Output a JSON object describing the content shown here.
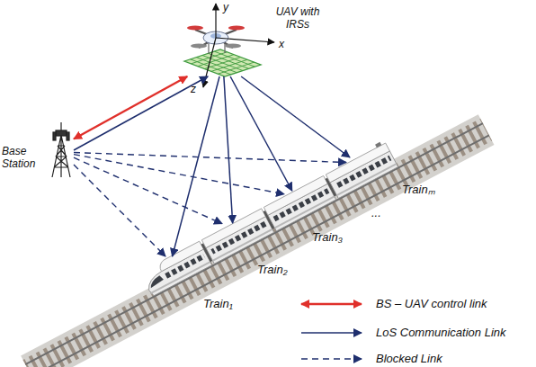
{
  "diagram": {
    "nodes": [
      {
        "text": [
          "UAV with IRSs"
        ]
      },
      {
        "text": [
          "Base Station"
        ]
      },
      {
        "text": [
          "Train₁"
        ]
      },
      {
        "text": [
          "Train₂"
        ]
      },
      {
        "text": [
          "Train₃"
        ]
      },
      {
        "text": [
          "Trainₘ"
        ]
      }
    ],
    "edges": [
      {
        "from": 1,
        "to": 0,
        "arrow": "both"
      },
      {
        "from": 1,
        "to": 0,
        "arrow": "to"
      },
      {
        "from": 0,
        "to": 2,
        "arrow": "to"
      },
      {
        "from": 0,
        "to": 3,
        "arrow": "to"
      },
      {
        "from": 0,
        "to": 4,
        "arrow": "to"
      },
      {
        "from": 0,
        "to": 5,
        "arrow": "to"
      },
      {
        "from": 1,
        "to": 2,
        "arrow": "to"
      },
      {
        "from": 1,
        "to": 3,
        "arrow": "to"
      },
      {
        "from": 1,
        "to": 4,
        "arrow": "to"
      },
      {
        "from": 1,
        "to": 5,
        "arrow": "to"
      }
    ],
    "labels": [
      "y",
      "x",
      "z",
      "..."
    ],
    "legend": [
      {
        "text": "BS – UAV control link"
      },
      {
        "text": "LoS Communication Link"
      },
      {
        "text": "Blocked Link"
      }
    ]
  }
}
